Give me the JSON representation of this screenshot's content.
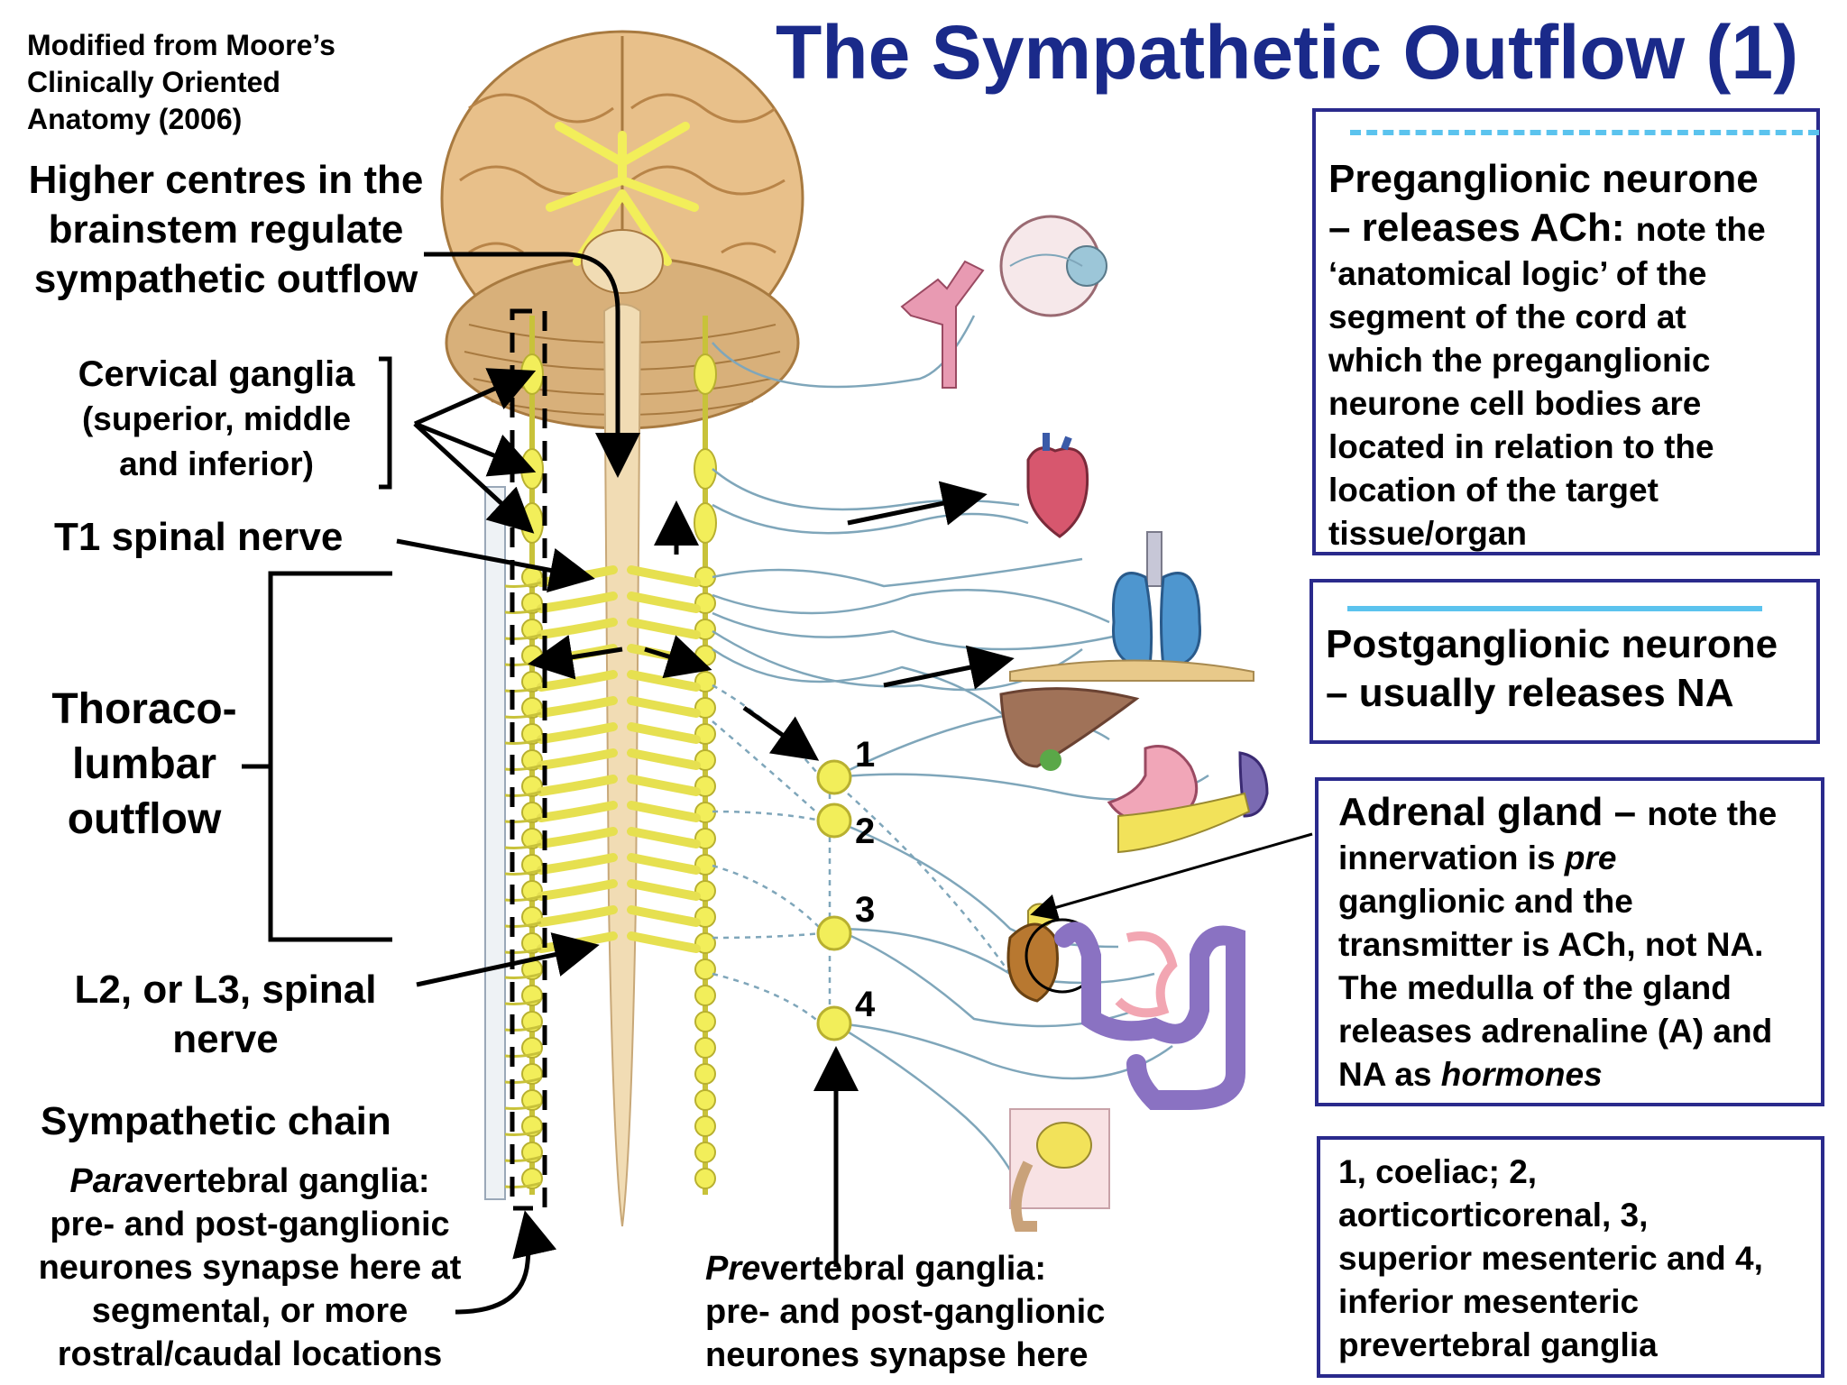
{
  "title": "The Sympathetic Outflow (1)",
  "credit": [
    "Modified from Moore’s",
    "Clinically Oriented",
    "Anatomy (2006)"
  ],
  "labels": {
    "higher_centres": [
      "Higher centres in the",
      "brainstem regulate",
      "sympathetic outflow"
    ],
    "cervical_ganglia": [
      "Cervical ganglia",
      "(superior, middle",
      "and inferior)"
    ],
    "t1_nerve": "T1 spinal nerve",
    "thoracolumbar": [
      "Thoraco-",
      "lumbar",
      "outflow"
    ],
    "l2_nerve": [
      "L2, or L3, spinal",
      "nerve"
    ],
    "sympathetic_chain": "Sympathetic chain",
    "paravertebral": {
      "prefix": "Para",
      "rest": "vertebral ganglia:",
      "lines": [
        "pre- and post-ganglionic",
        "neurones synapse here at",
        "segmental, or more",
        "rostral/caudal locations"
      ]
    },
    "prevertebral": {
      "prefix": "Pre",
      "rest": "vertebral ganglia:",
      "lines": [
        "pre- and post-ganglionic",
        "neurones synapse here"
      ]
    }
  },
  "ganglion_numbers": [
    "1",
    "2",
    "3",
    "4"
  ],
  "boxes": {
    "preganglionic": {
      "heading": "Preganglionic neurone",
      "heading2": "– releases ACh:",
      "note": "note the",
      "lines": [
        "‘anatomical logic’ of the",
        "segment of the cord at",
        "which the preganglionic",
        "neurone cell bodies are",
        "located in relation to the",
        "location of the target",
        "tissue/organ"
      ]
    },
    "postganglionic": {
      "heading": "Postganglionic neurone",
      "heading2": "– usually releases NA"
    },
    "adrenal": {
      "heading": "Adrenal gland –",
      "note": "note the",
      "line2_a": "innervation is",
      "line2_b": "pre",
      "lines": [
        "ganglionic and the",
        "transmitter is ACh, not NA.",
        "The medulla of the gland",
        "releases adrenaline (A) and"
      ],
      "last_a": "NA as",
      "last_b": "hormones"
    },
    "ganglia_key": {
      "lines": [
        "1, coeliac; 2,",
        "aorticorticorenal, 3,",
        "superior mesenteric and 4,",
        "inferior mesenteric",
        "prevertebral ganglia"
      ]
    }
  },
  "colors": {
    "title": "#1a2a8a",
    "box_border": "#2a2a8c",
    "brain": "#e8c08a",
    "nerve_yellow": "#f2ee5a",
    "cord": "#f1dcb4",
    "fiber": "#7fa6ba",
    "accent_dash": "#5bc3ee"
  }
}
